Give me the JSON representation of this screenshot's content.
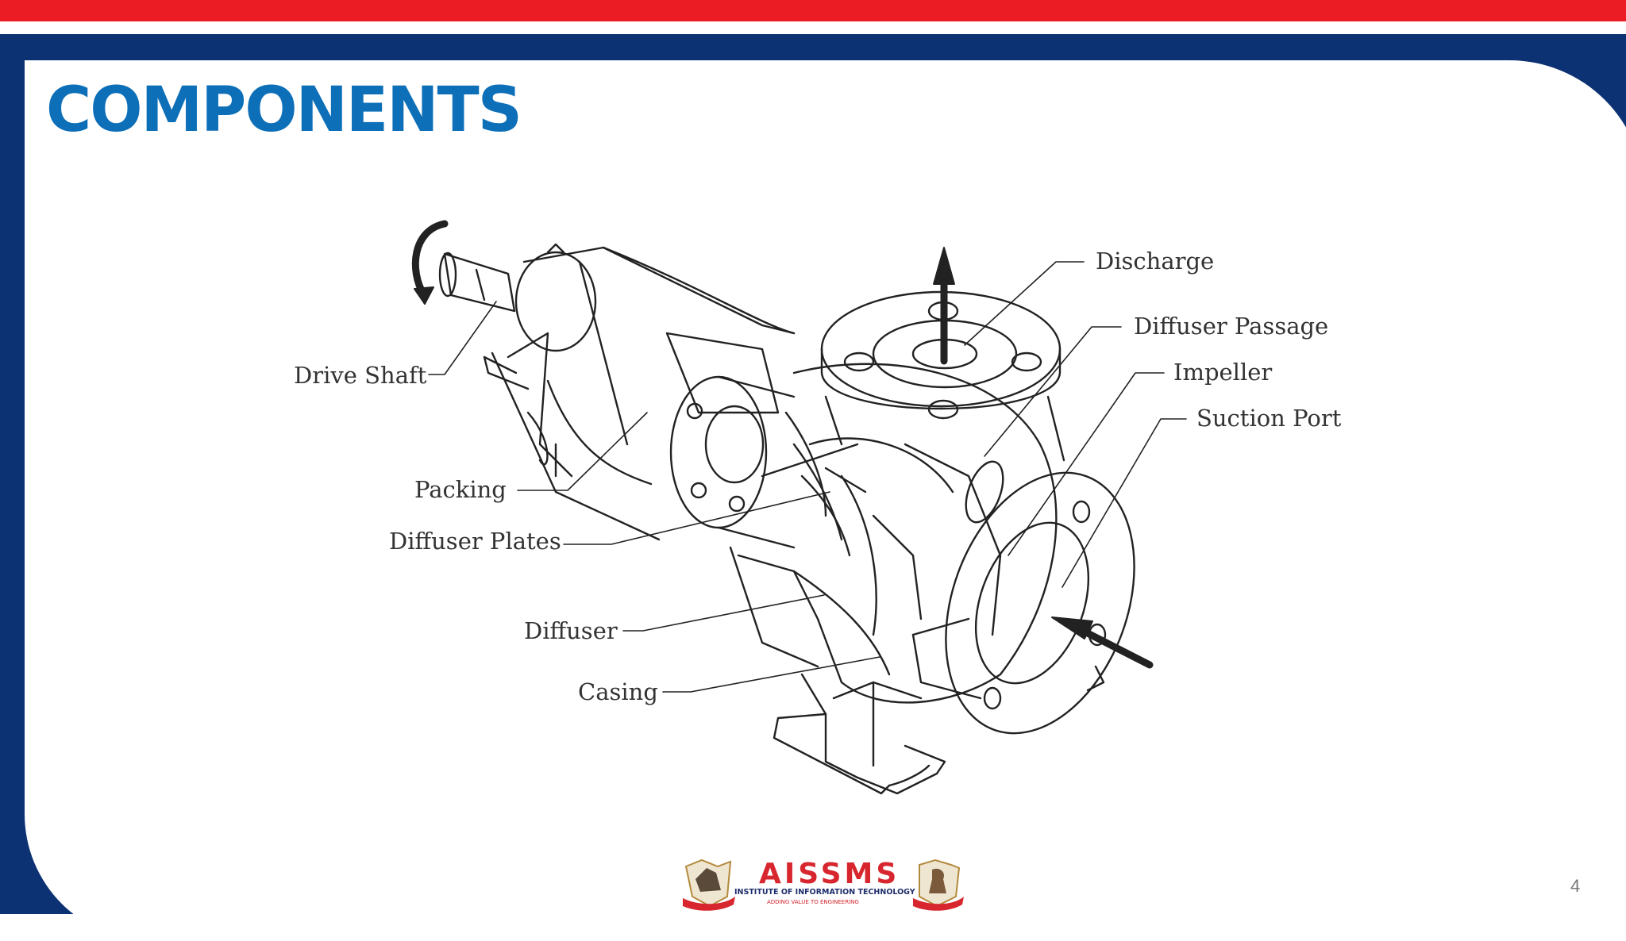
{
  "slide": {
    "title": "COMPONENTS",
    "page_number": "4"
  },
  "diagram": {
    "labels": {
      "discharge": "Discharge",
      "diffuser_passage": "Diffuser Passage",
      "impeller": "Impeller",
      "suction_port": "Suction Port",
      "drive_shaft": "Drive Shaft",
      "packing": "Packing",
      "diffuser_plates": "Diffuser Plates",
      "diffuser": "Diffuser",
      "casing": "Casing"
    }
  },
  "logo": {
    "name": "AISSMS",
    "subtitle": "INSTITUTE OF INFORMATION TECHNOLOGY",
    "tagline": "ADDING VALUE TO ENGINEERING"
  },
  "colors": {
    "top_bar_red": "#ec1c24",
    "frame_navy": "#0c3273",
    "title_blue": "#0d6fb8",
    "logo_red": "#d7262e",
    "logo_navy": "#1d2d6b"
  }
}
